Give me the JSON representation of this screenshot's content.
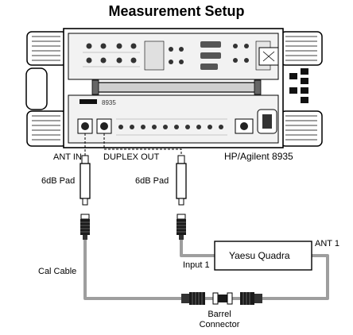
{
  "title": "Measurement Setup",
  "labels": {
    "ant_in": "ANT IN",
    "duplex_out": "DUPLEX OUT",
    "instrument": "HP/Agilent 8935",
    "pad_left": "6dB Pad",
    "pad_right": "6dB Pad",
    "radio": "Yaesu Quadra",
    "ant1": "ANT 1",
    "input1": "Input 1",
    "cal_cable": "Cal Cable",
    "barrel_line1": "Barrel",
    "barrel_line2": "Connector"
  },
  "instrument_model_text": "8935",
  "colors": {
    "cable": "#9e9e9e",
    "housing": "#ffffff",
    "panel": "#ececec",
    "ink": "#000000",
    "dark": "#1a1a1a"
  }
}
